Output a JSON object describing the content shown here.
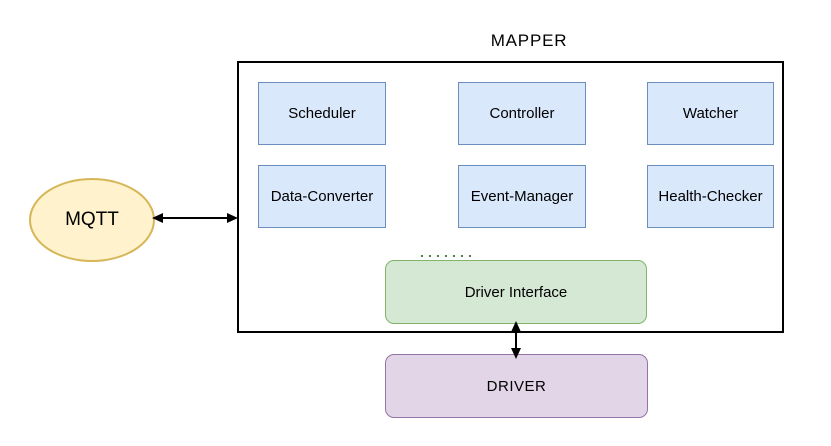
{
  "diagram": {
    "container_title": "MAPPER",
    "mqtt": {
      "label": "MQTT"
    },
    "components": [
      {
        "label": "Scheduler"
      },
      {
        "label": "Controller"
      },
      {
        "label": "Watcher"
      },
      {
        "label": "Data-Converter"
      },
      {
        "label": "Event-Manager"
      },
      {
        "label": "Health-Checker"
      }
    ],
    "driver_interface": {
      "label": "Driver Interface"
    },
    "driver": {
      "label": "DRIVER"
    },
    "connections": [
      {
        "from": "MQTT",
        "to": "MAPPER",
        "direction": "bidirectional"
      },
      {
        "from": "Driver Interface",
        "to": "DRIVER",
        "direction": "bidirectional"
      }
    ],
    "colors": {
      "component_fill": "#dae8fc",
      "component_border": "#6c8ebf",
      "driver_interface_fill": "#d5e8d4",
      "driver_interface_border": "#82b366",
      "driver_fill": "#e1d5e7",
      "driver_border": "#9673a6",
      "mqtt_fill": "#fff2cc",
      "mqtt_border": "#d6b656",
      "container_border": "#000000",
      "arrow": "#000000",
      "dotted_marks": "#4c7a42"
    }
  }
}
